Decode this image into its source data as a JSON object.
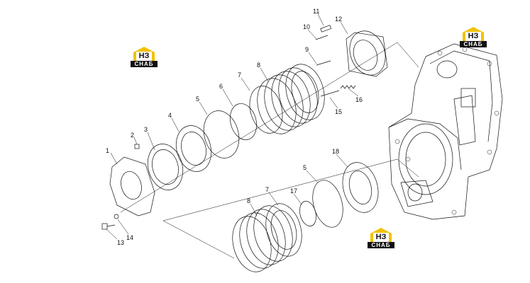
{
  "callouts": [
    {
      "id": "c1",
      "text": "1"
    },
    {
      "id": "c2",
      "text": "2"
    },
    {
      "id": "c3",
      "text": "3"
    },
    {
      "id": "c4",
      "text": "4"
    },
    {
      "id": "c5a",
      "text": "5"
    },
    {
      "id": "c5b",
      "text": "5"
    },
    {
      "id": "c6",
      "text": "6"
    },
    {
      "id": "c7a",
      "text": "7"
    },
    {
      "id": "c7b",
      "text": "7"
    },
    {
      "id": "c8a",
      "text": "8"
    },
    {
      "id": "c8b",
      "text": "8"
    },
    {
      "id": "c9",
      "text": "9"
    },
    {
      "id": "c10",
      "text": "10"
    },
    {
      "id": "c11",
      "text": "11"
    },
    {
      "id": "c12",
      "text": "12"
    },
    {
      "id": "c13",
      "text": "13"
    },
    {
      "id": "c14",
      "text": "14"
    },
    {
      "id": "c15",
      "text": "15"
    },
    {
      "id": "c16",
      "text": "16"
    },
    {
      "id": "c17",
      "text": "17"
    },
    {
      "id": "c18",
      "text": "18"
    }
  ],
  "watermark": {
    "letters": "НЗ",
    "text": "СНАБ",
    "color": "#f2c200"
  }
}
